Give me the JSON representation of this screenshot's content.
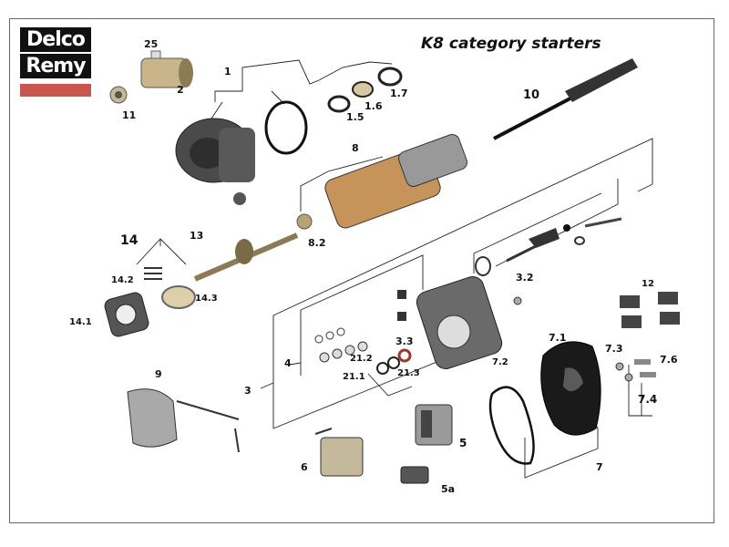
{
  "brand": {
    "line1": "Delco",
    "line2": "Remy"
  },
  "title": "K8 category starters",
  "callouts": {
    "c25": "25",
    "c2": "2",
    "c11": "11",
    "c1": "1",
    "c1_7": "1.7",
    "c1_6": "1.6",
    "c1_5": "1.5",
    "c10": "10",
    "c8": "8",
    "c8_2": "8.2",
    "c14": "14",
    "c13": "13",
    "c14_2": "14.2",
    "c14_3": "14.3",
    "c14_1": "14.1",
    "c3_2": "3.2",
    "c12": "12",
    "c3_3": "3.3",
    "c4": "4",
    "c7_1": "7.1",
    "c7_3": "7.3",
    "c7_6": "7.6",
    "c7_2": "7.2",
    "c21_2": "21.2",
    "c21_1": "21.1",
    "c21_3": "21.3",
    "c3": "3",
    "c9": "9",
    "c7_4": "7.4",
    "c5": "5",
    "c6": "6",
    "c5a": "5a",
    "c7": "7"
  }
}
